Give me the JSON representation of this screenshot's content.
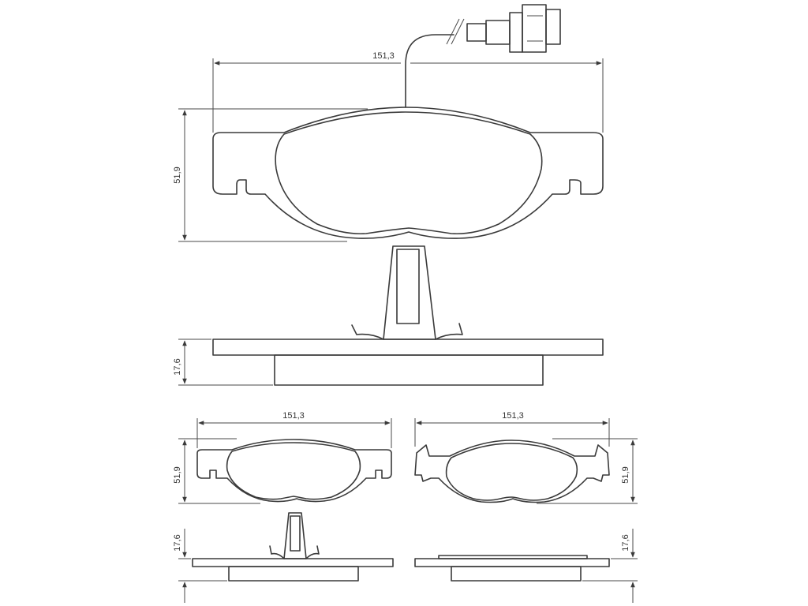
{
  "drawing": {
    "main": {
      "width_label": "151,3",
      "height_label": "51,9",
      "thickness_label": "17,6"
    },
    "inner": {
      "width_label": "151,3",
      "height_label": "51,9",
      "thickness_label": "17,6"
    },
    "outer": {
      "width_label": "151,3",
      "height_label": "51,9",
      "thickness_label": "17,6"
    }
  },
  "colors": {
    "line": "#3a3a3a",
    "background": "#ffffff"
  }
}
